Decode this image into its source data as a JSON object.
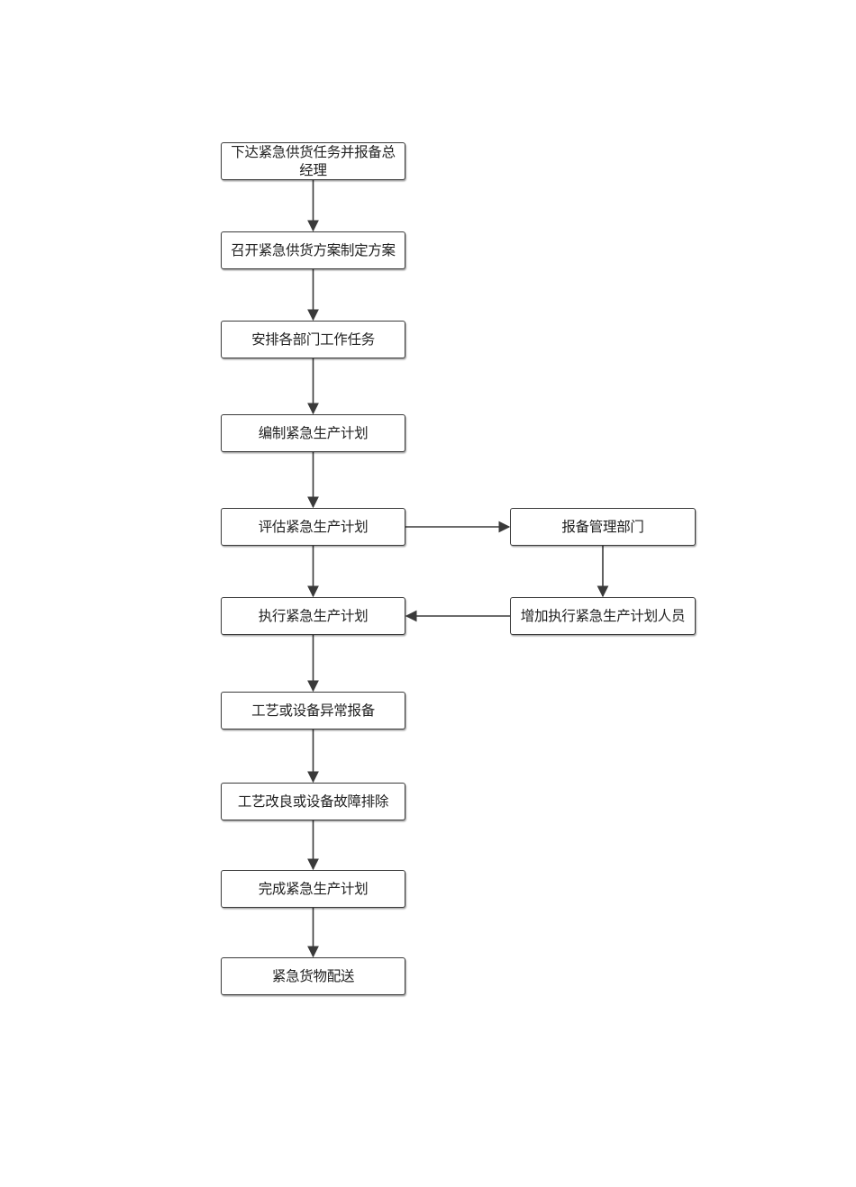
{
  "diagram": {
    "nodes": [
      {
        "id": "n1",
        "label": "下达紧急供货任务并报备总经理"
      },
      {
        "id": "n2",
        "label": "召开紧急供货方案制定方案"
      },
      {
        "id": "n3",
        "label": "安排各部门工作任务"
      },
      {
        "id": "n4",
        "label": "编制紧急生产计划"
      },
      {
        "id": "n5",
        "label": "评估紧急生产计划"
      },
      {
        "id": "n6",
        "label": "执行紧急生产计划"
      },
      {
        "id": "n7",
        "label": "工艺或设备异常报备"
      },
      {
        "id": "n8",
        "label": "工艺改良或设备故障排除"
      },
      {
        "id": "n9",
        "label": "完成紧急生产计划"
      },
      {
        "id": "n10",
        "label": "紧急货物配送"
      },
      {
        "id": "s1",
        "label": "报备管理部门"
      },
      {
        "id": "s2",
        "label": "增加执行紧急生产计划人员"
      }
    ],
    "edges": [
      {
        "from": "n1",
        "to": "n2"
      },
      {
        "from": "n2",
        "to": "n3"
      },
      {
        "from": "n3",
        "to": "n4"
      },
      {
        "from": "n4",
        "to": "n5"
      },
      {
        "from": "n5",
        "to": "n6"
      },
      {
        "from": "n6",
        "to": "n7"
      },
      {
        "from": "n7",
        "to": "n8"
      },
      {
        "from": "n8",
        "to": "n9"
      },
      {
        "from": "n9",
        "to": "n10"
      },
      {
        "from": "n5",
        "to": "s1"
      },
      {
        "from": "s1",
        "to": "s2"
      },
      {
        "from": "s2",
        "to": "n6"
      }
    ],
    "colors": {
      "stroke": "#3a3a3a",
      "text": "#222222",
      "background": "#ffffff"
    }
  }
}
